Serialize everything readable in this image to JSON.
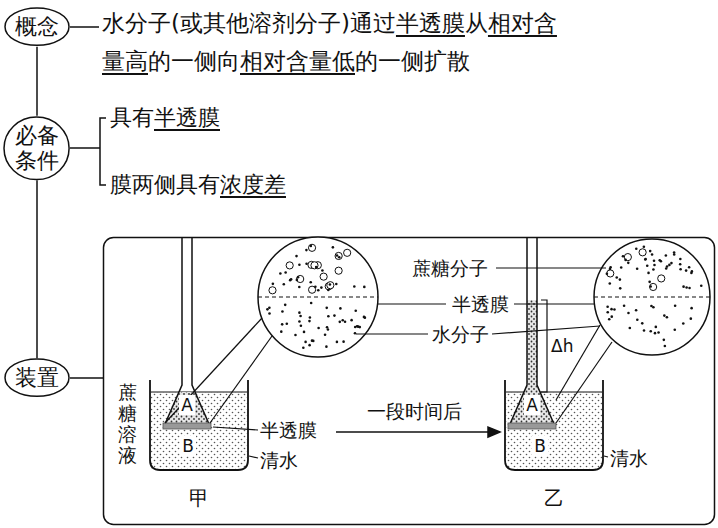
{
  "diagram": {
    "nodes": [
      {
        "text": [
          "概念"
        ]
      },
      {
        "text": [
          "必备条件"
        ]
      },
      {
        "text": [
          "装置"
        ]
      }
    ],
    "edges": [
      {
        "from": 0,
        "to": 1,
        "arrow": "none"
      },
      {
        "from": 1,
        "to": 2,
        "arrow": "none"
      }
    ],
    "labels": [
      "水分子(或其他溶剂分子)通过半透膜从相对含量高的一侧向相对含量低的一侧扩散",
      "具有半透膜",
      "膜两侧具有浓度差",
      "蔗糖溶液",
      "A",
      "B",
      "半透膜",
      "清水",
      "甲",
      "一段时间后",
      "蔗糖分子",
      "半透膜",
      "水分子",
      "Δh",
      "A",
      "B",
      "清水",
      "乙"
    ]
  }
}
